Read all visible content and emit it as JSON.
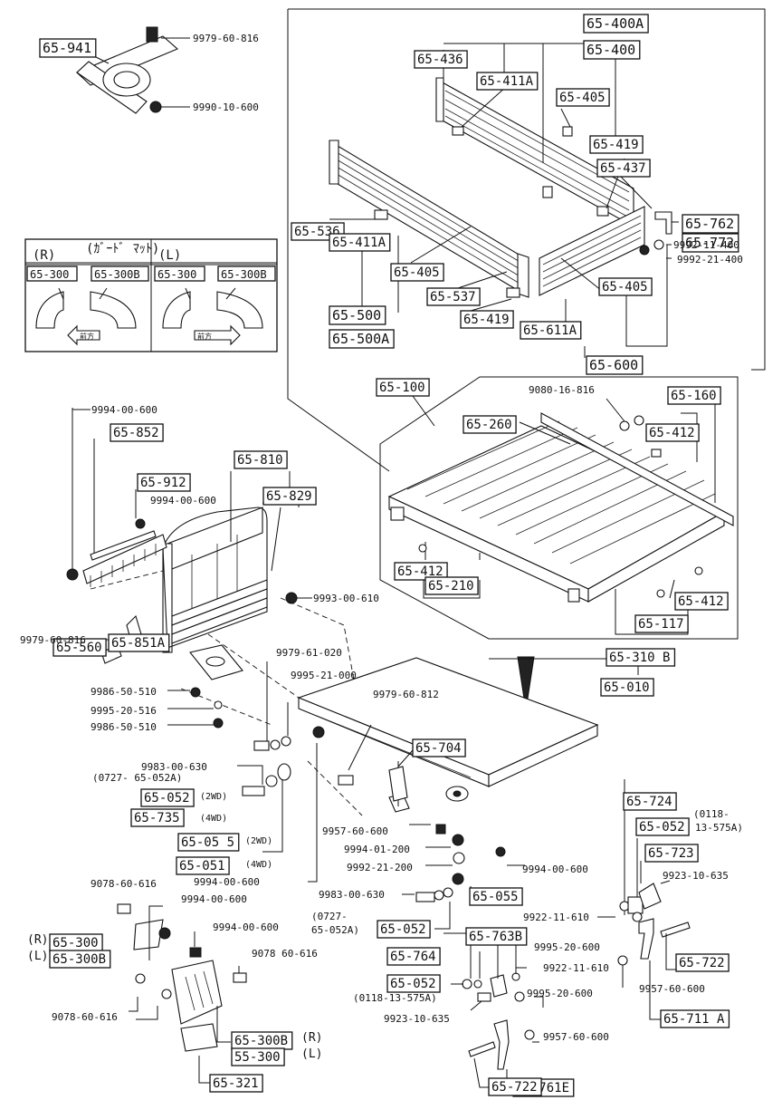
{
  "boxed_labels": {
    "b_65_941": "65-941",
    "b_65_400A": "65-400A",
    "b_65_400": "65-400",
    "b_65_436": "65-436",
    "b_65_411A_top": "65-411A",
    "b_65_405_top": "65-405",
    "b_65_419_top": "65-419",
    "b_65_437": "65-437",
    "b_65_762": "65-762",
    "b_65_772": "65-772",
    "b_65_536": "65-536",
    "b_65_411A_left": "65-411A",
    "b_65_405_mid": "65-405",
    "b_65_537": "65-537",
    "b_65_419_bot": "65-419",
    "b_65_500": "65-500",
    "b_65_500A": "65-500A",
    "b_65_405_right": "65-405",
    "b_65_611A": "65-611A",
    "b_65_600": "65-600",
    "b_65_100": "65-100",
    "b_65_160": "65-160",
    "b_65_260": "65-260",
    "b_65_412_top": "65-412",
    "b_65_412_left": "65-412",
    "b_65_412_right": "65-412",
    "b_65_210": "65-210",
    "b_65_117": "65-117",
    "b_65_310B": "65-310 B",
    "b_65_010": "65-010",
    "b_65_852": "65-852",
    "b_65_912": "65-912",
    "b_65_810": "65-810",
    "b_65_829": "65-829",
    "b_65_560": "65-560",
    "b_65_851A": "65-851A",
    "b_65_704": "65-704",
    "b_65_052_2wd": "65-052",
    "b_65_735": "65-735",
    "b_65_055_2wd": "65-05 5",
    "b_65_051": "65-051",
    "b_65_055": "65-055",
    "b_65_052_mid": "65-052",
    "b_65_300": "65-300",
    "b_65_300B": "65-300B",
    "b_65_300B_r": "65-300B",
    "b_55_300_l": "55-300",
    "b_65_321": "65-321",
    "b_65_724": "65-724",
    "b_65_052_right": "65-052",
    "b_65_723": "65-723",
    "b_65_763B": "65-763B",
    "b_65_764": "65-764",
    "b_65_052_low": "65-052",
    "b_65_722_right": "65-722",
    "b_65_711A": "65-711 A",
    "b_65_761E": "65-761E",
    "b_65_722_bot": "65-722"
  },
  "plain_labels": {
    "t_9979_60_816_top": "9979-60-816",
    "t_9990_10_600": "9990-10-600",
    "t_9992_11_400": "9992-11-400",
    "t_9992_21_400": "9992-21-400",
    "t_9080_16_816": "9080-16-816",
    "t_9994_00_600_a": "9994-00-600",
    "t_9994_00_600_b": "9994-00-600",
    "t_9993_00_610": "9993-00-610",
    "t_9979_60_816_left": "9979-60-816",
    "t_9979_61_020": "9979-61-020",
    "t_9995_21_000": "9995-21-000",
    "t_9986_50_510_a": "9986-50-510",
    "t_9995_20_516": "9995-20-516",
    "t_9986_50_510_b": "9986-50-510",
    "t_9979_60_812": "9979-60-812",
    "t_9983_00_630_a": "9983-00-630",
    "t_0727_65_052A": "(0727- 65-052A)",
    "t_2wd_a": "(2WD)",
    "t_4wd_a": "(4WD)",
    "t_2wd_b": "(2WD)",
    "t_4wd_b": "(4WD)",
    "t_9994_00_600_c": "9994-00-600",
    "t_9957_60_600_a": "9957-60-600",
    "t_9994_01_200": "9994-01-200",
    "t_9992_21_200": "9992-21-200",
    "t_9994_00_600_d": "9994-00-600",
    "t_9983_00_630_b": "9983-00-630",
    "t_0727_b1": "(0727-",
    "t_0727_b2": "65-052A)",
    "t_9078_60_616_a": "9078-60-616",
    "t_9994_00_600_e": "9994-00-600",
    "t_9994_00_600_f": "9994-00-600",
    "t_9078_60_616_b": "9078 60-616",
    "t_9078_60_616_c": "9078-60-616",
    "t_R_1": "(R)",
    "t_L_1": "(L)",
    "t_R_2": "(R)",
    "t_L_2": "(L)",
    "t_0118_a1": "(0118-",
    "t_0118_a2": "13-575A)",
    "t_9923_10_635_a": "9923-10-635",
    "t_9922_11_610_a": "9922-11-610",
    "t_9995_20_600_a": "9995-20-600",
    "t_9922_11_610_b": "9922-11-610",
    "t_0118_b": "(0118-13-575A)",
    "t_9995_20_600_b": "9995-20-600",
    "t_9923_10_635_b": "9923-10-635",
    "t_9957_60_600_b": "9957-60-600",
    "t_9957_60_600_c": "9957-60-600"
  },
  "mat_panel": {
    "caption": "(ｶﾞｰﾄﾞ ﾏｯﾄ)",
    "right_header": "(R)",
    "left_header": "(L)",
    "r_code_a": "65-300",
    "r_code_b": "65-300B",
    "l_code_a": "65-300",
    "l_code_b": "65-300B",
    "r_arrow_text": "前方",
    "l_arrow_text": "前方"
  }
}
